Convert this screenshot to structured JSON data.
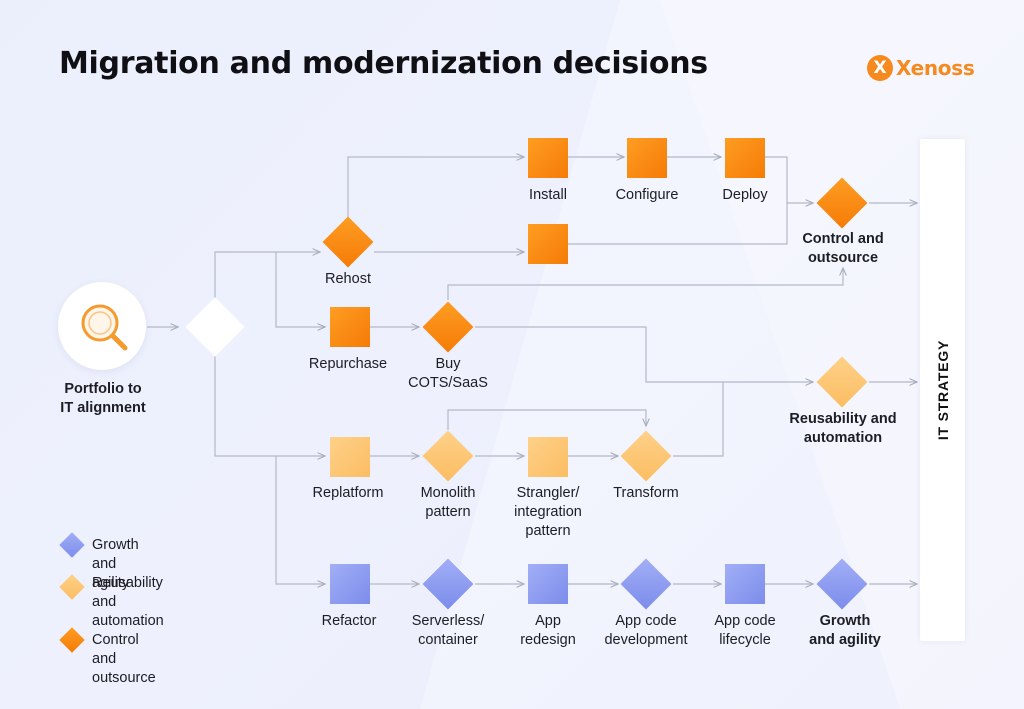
{
  "title": "Migration and modernization decisions",
  "logo": {
    "mark": "X",
    "word": "Xenoss"
  },
  "colors": {
    "control": "#fb8c12",
    "reusability": "#fdc875",
    "growth": "#8a9af0",
    "connector": "#b4b8c8",
    "brand": "#f58a1f"
  },
  "start": {
    "label": "Portfolio to\nIT alignment",
    "icon": "magnifier-icon"
  },
  "side_bar": "IT STRATEGY",
  "outcomes": {
    "control": "Control and\noutsource",
    "reusability": "Reusability and\nautomation",
    "growth": "Growth\nand agility"
  },
  "nodes": {
    "rehost": "Rehost",
    "install": "Install",
    "configure": "Configure",
    "deploy": "Deploy",
    "repurchase": "Repurchase",
    "buy": "Buy\nCOTS/SaaS",
    "replatform": "Replatform",
    "monolith": "Monolith\npattern",
    "strangler": "Strangler/\nintegration\npattern",
    "transform": "Transform",
    "refactor": "Refactor",
    "serverless": "Serverless/\ncontainer",
    "app_redesign": "App\nredesign",
    "app_code_dev": "App code\ndevelopment",
    "app_code_lifecycle": "App code\nlifecycle"
  },
  "legend": [
    {
      "label": "Growth and agility",
      "category": "growth"
    },
    {
      "label": "Reusability and\nautomation",
      "category": "reusability"
    },
    {
      "label": "Control and outsource",
      "category": "control"
    }
  ]
}
